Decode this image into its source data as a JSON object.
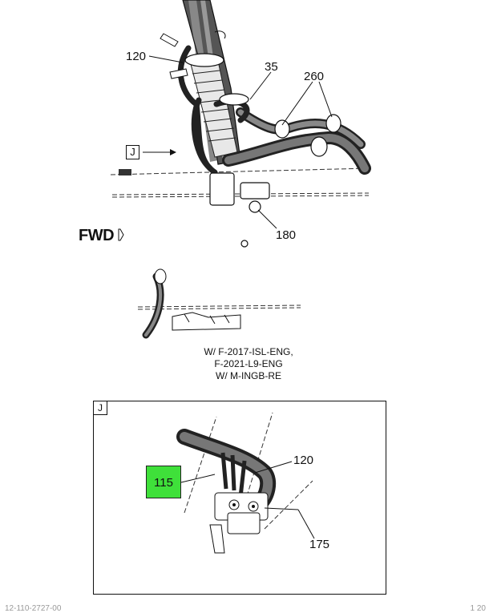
{
  "callouts": {
    "c120_top": "120",
    "c35": "35",
    "c260": "260",
    "c180": "180",
    "c120_detail": "120",
    "c115": "115",
    "c175": "175"
  },
  "orientation_label": "FWD",
  "view_ref": "J",
  "detail_view_tag": "J",
  "variant_note": {
    "line1": "W/ F-2017-ISL-ENG,",
    "line2": "F-2021-L9-ENG",
    "line3": "W/ M-INGB-RE"
  },
  "footer": {
    "left": "12-110-2727-00",
    "right": "1 20"
  },
  "colors": {
    "highlight": "#3fe03a",
    "line": "#111111",
    "harness": "#2a2a2a"
  }
}
